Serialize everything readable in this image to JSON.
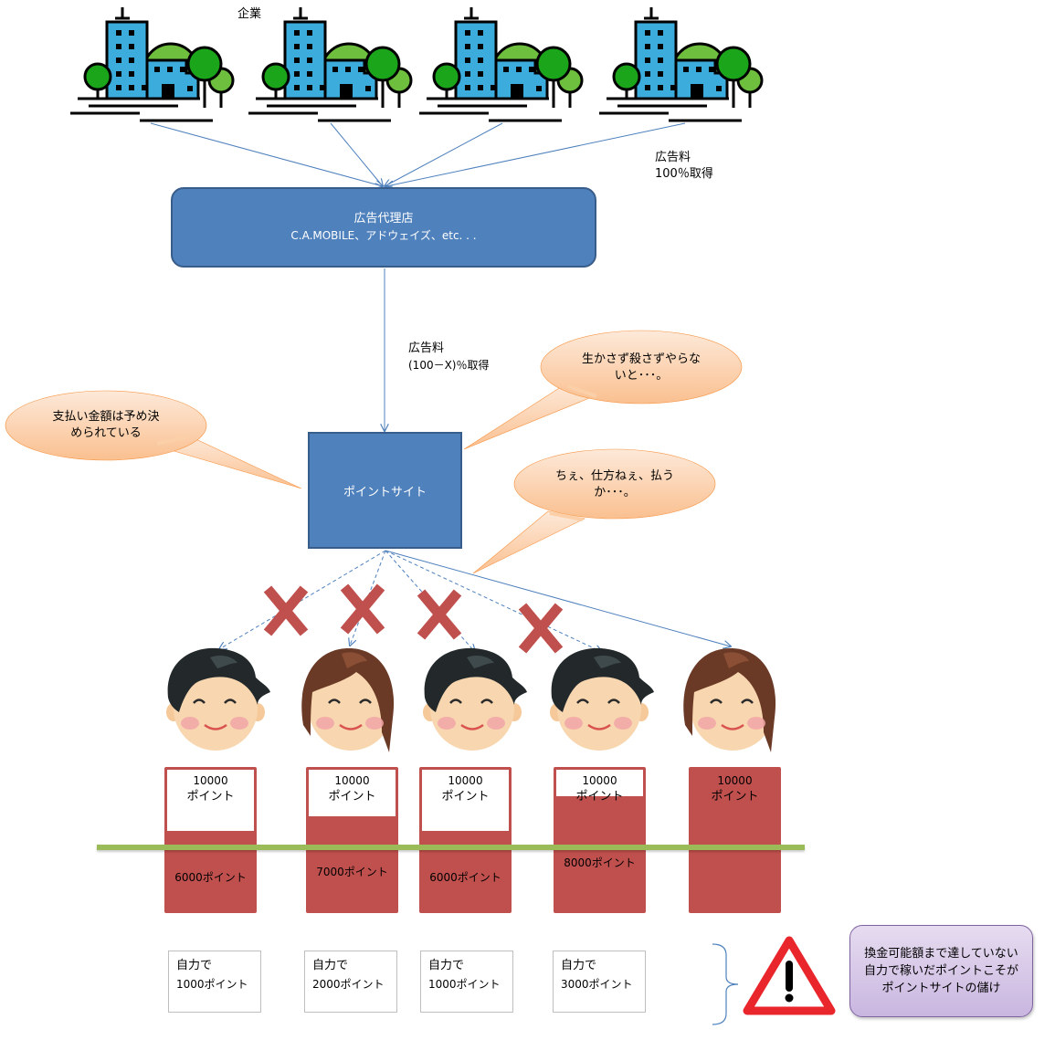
{
  "companies": {
    "label": "企業",
    "count": 4,
    "icon": "office-building-with-trees-icon"
  },
  "fee_top": {
    "line1": "広告料",
    "line2": "100％取得"
  },
  "agency": {
    "title": "広告代理店",
    "subtitle": "C.A.MOBILE、アドウェイズ、etc. . ."
  },
  "fee_middle": {
    "line1": "広告料",
    "line2": "(100－X)％取得"
  },
  "point_site": {
    "label": "ポイントサイト"
  },
  "bubbles": [
    {
      "text_line1": "支払い金額は予め決",
      "text_line2": "められている"
    },
    {
      "text_line1": "生かさず殺さずやらな",
      "text_line2": "いと･･･。"
    },
    {
      "text_line1": "ちぇ、仕方ねぇ、払う",
      "text_line2": "か･･･。"
    }
  ],
  "users": [
    {
      "avatar": "man-black-hair",
      "paid": false,
      "total": "10000",
      "unit": "ポイント",
      "threshold_label": "6000ポイント",
      "earned_fraction": 0.6,
      "self_earned_line1": "自力で",
      "self_earned_line2": "1000ポイント"
    },
    {
      "avatar": "woman-brown-hair",
      "paid": false,
      "total": "10000",
      "unit": "ポイント",
      "threshold_label": "7000ポイント",
      "earned_fraction": 0.7,
      "self_earned_line1": "自力で",
      "self_earned_line2": "2000ポイント"
    },
    {
      "avatar": "man-black-hair",
      "paid": false,
      "total": "10000",
      "unit": "ポイント",
      "threshold_label": "6000ポイント",
      "earned_fraction": 0.6,
      "self_earned_line1": "自力で",
      "self_earned_line2": "1000ポイント"
    },
    {
      "avatar": "man-black-hair",
      "paid": false,
      "total": "10000",
      "unit": "ポイント",
      "threshold_label": "8000ポイント",
      "earned_fraction": 0.8,
      "self_earned_line1": "自力で",
      "self_earned_line2": "3000ポイント"
    },
    {
      "avatar": "woman-brown-hair",
      "paid": true,
      "total": "10000",
      "unit": "ポイント",
      "threshold_label": "",
      "earned_fraction": 1.0,
      "self_earned_line1": "",
      "self_earned_line2": ""
    }
  ],
  "warning": {
    "icon": "warning-triangle-icon",
    "note": "換金可能額まで達していない自力で稼いだポイントこそがポイントサイトの儲け"
  },
  "colors": {
    "box_blue": "#4f81bd",
    "box_border": "#385d8a",
    "bar_red": "#c0504d",
    "threshold_green": "#9bbb59",
    "bubble_peach": "#fbd4b4",
    "cross_red": "#c0504d",
    "note_purple": "#ccc0da"
  }
}
